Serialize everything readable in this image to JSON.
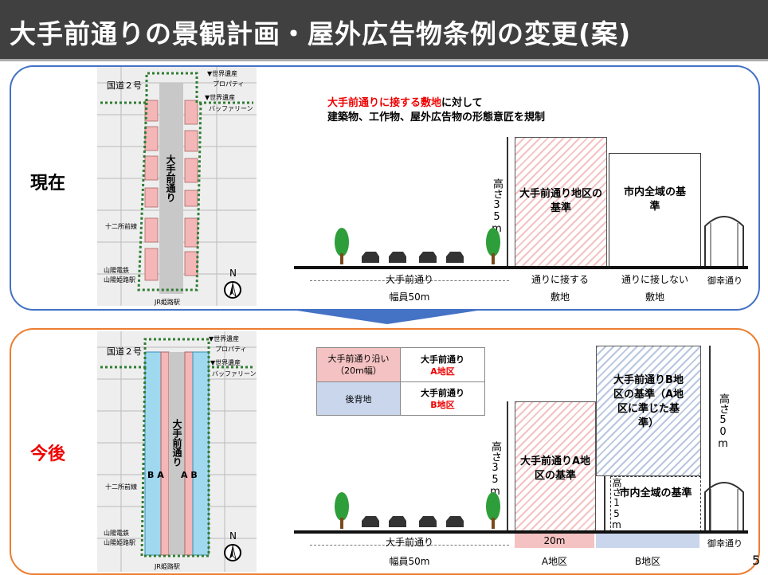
{
  "title": "大手前通りの景観計画・屋外広告物条例の変更(案)",
  "page_number": "5",
  "current": {
    "side_label": "現在",
    "desc_red": "大手前通りに接する敷地",
    "desc_black1": "に対して",
    "desc_line2": "建築物、工作物、屋外広告物の形態意匠を規制",
    "height_label": "高さ35m",
    "box1": "大手前通り地区の基準",
    "box2": "市内全域の基準",
    "labels": {
      "street": "大手前通り",
      "width": "幅員50m",
      "adjacent1": "通りに接する",
      "adjacent2": "敷地",
      "notadj1": "通りに接しない",
      "notadj2": "敷地",
      "miyuki": "御幸通り"
    },
    "map": {
      "street": "大手前通り",
      "kokudo": "国道２号",
      "sekai1": "▼世界遺産",
      "sekai2": "▼世界遺産",
      "property": "プロパティ",
      "baffle": "バッファリーン",
      "nijo": "十二所前線",
      "sanyo1": "山陽電鉄",
      "sanyo2": "山陽姫路駅",
      "jr": "JR姫路駅",
      "north": "N"
    }
  },
  "future": {
    "side_label": "今後",
    "legend": [
      {
        "left": "大手前通り沿い（20m幅）",
        "right1": "大手前通り",
        "right2": "A地区",
        "color": "#f4c2c2"
      },
      {
        "left": "後背地",
        "right1": "大手前通り",
        "right2": "B地区",
        "color": "#c9d6ec"
      }
    ],
    "height35": "高さ35m",
    "height15": "高さ15m",
    "height50": "高さ50m",
    "boxA": "大手前通りA地区の基準",
    "boxB": "大手前通りB地区の基準（A地区に準じた基準）",
    "boxCity": "市内全域の基準",
    "labels": {
      "street": "大手前通り",
      "width": "幅員50m",
      "m20": "20m",
      "a": "A地区",
      "b": "B地区",
      "miyuki": "御幸通り"
    },
    "map": {
      "street": "大手前通り",
      "kokudo": "国道２号",
      "sekai1": "▼世界遺産",
      "sekai2": "▼世界遺産",
      "property": "プロパティ",
      "baffle": "バッファリーン",
      "nijo": "十二所前線",
      "sanyo1": "山陽電鉄",
      "sanyo2": "山陽姫路駅",
      "jr": "JR姫路駅",
      "north": "N",
      "ba": "B A",
      "ab": "A B"
    }
  },
  "colors": {
    "title_bg": "#404040",
    "panel1": "#4472c4",
    "panel2": "#ed7d31",
    "red": "#e00000",
    "pink": "#f4c2c2",
    "blue": "#9fc5e8"
  }
}
